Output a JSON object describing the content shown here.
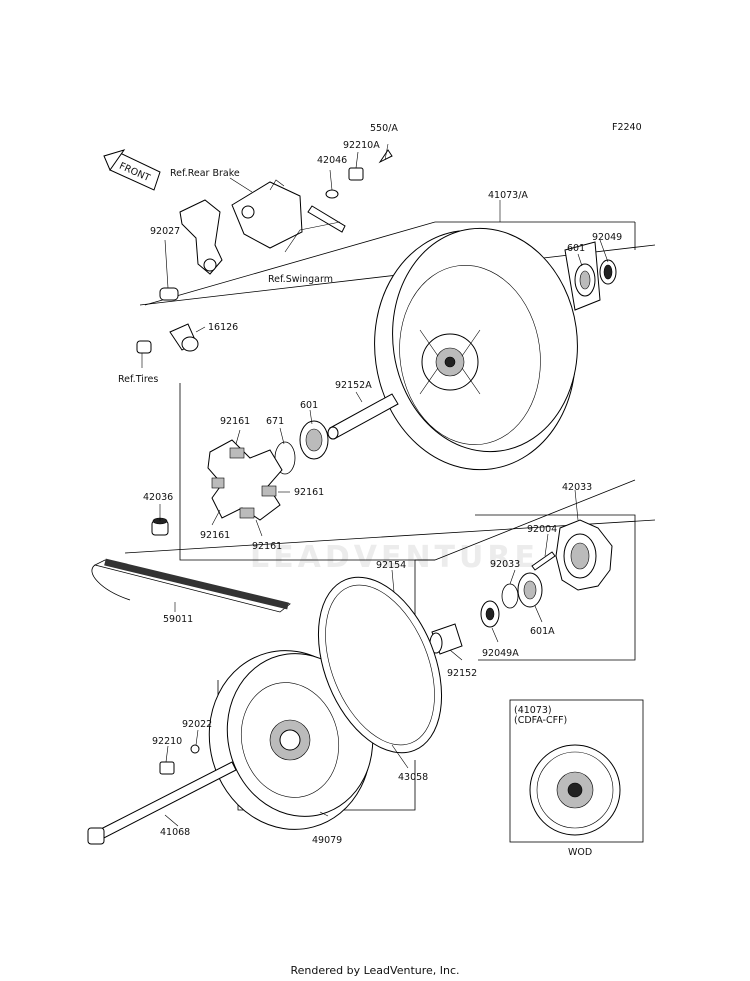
{
  "diagram": {
    "code": "F2240",
    "front_label": "FRONT",
    "labels": {
      "p550A": "550/A",
      "p92210A": "92210A",
      "p42046": "42046",
      "ref_rear_brake": "Ref.Rear Brake",
      "p41073A": "41073/A",
      "p92027": "92027",
      "ref_swingarm": "Ref.Swingarm",
      "p601_top": "601",
      "p92049": "92049",
      "p16126": "16126",
      "ref_tires": "Ref.Tires",
      "p92152A": "92152A",
      "p601_mid": "601",
      "p671": "671",
      "p92161_a": "92161",
      "p92161_b": "92161",
      "p92161_c": "92161",
      "p92161_d": "92161",
      "p42036": "42036",
      "p42033": "42033",
      "p92004": "92004",
      "p92033": "92033",
      "p92154": "92154",
      "p59011": "59011",
      "p601A": "601A",
      "p92049A": "92049A",
      "p92152": "92152",
      "p92022": "92022",
      "p92210": "92210",
      "p43058": "43058",
      "p41068": "41068",
      "p49079": "49079",
      "inset_ref": "(41073)",
      "inset_model": "(CDFA-CFF)",
      "inset_wod": "WOD"
    },
    "watermark": "LEADVENTURE"
  },
  "footer": "Rendered by LeadVenture, Inc."
}
